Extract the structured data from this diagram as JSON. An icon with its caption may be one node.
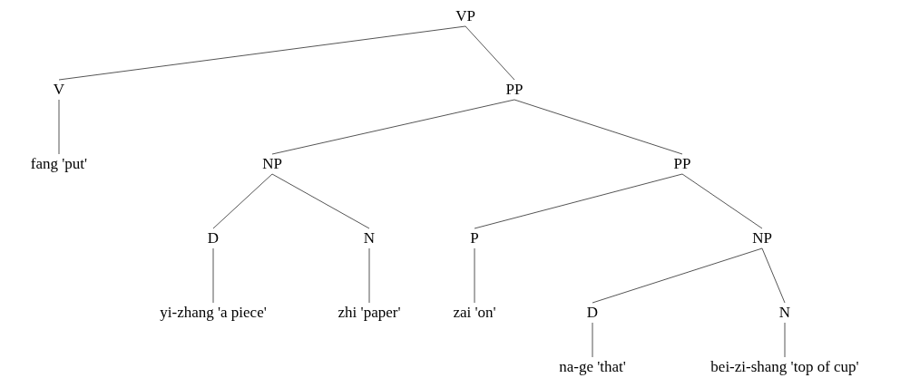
{
  "diagram": {
    "nodes": [
      {
        "text": [
          "VP"
        ]
      },
      {
        "text": [
          "V"
        ]
      },
      {
        "text": [
          "PP"
        ]
      },
      {
        "text": [
          "fang 'put'"
        ]
      },
      {
        "text": [
          "NP"
        ]
      },
      {
        "text": [
          "PP"
        ]
      },
      {
        "text": [
          "D"
        ]
      },
      {
        "text": [
          "N"
        ]
      },
      {
        "text": [
          "P"
        ]
      },
      {
        "text": [
          "NP"
        ]
      },
      {
        "text": [
          "yi-zhang 'a piece'"
        ]
      },
      {
        "text": [
          "zhi 'paper'"
        ]
      },
      {
        "text": [
          "zai 'on'"
        ]
      },
      {
        "text": [
          "D"
        ]
      },
      {
        "text": [
          "N"
        ]
      },
      {
        "text": [
          "na-ge 'that'"
        ]
      },
      {
        "text": [
          "bei-zi-shang 'top of cup'"
        ]
      }
    ],
    "edges": [
      {
        "from": 0,
        "to": 1,
        "arrow": "none"
      },
      {
        "from": 0,
        "to": 2,
        "arrow": "none"
      },
      {
        "from": 1,
        "to": 3,
        "arrow": "none"
      },
      {
        "from": 2,
        "to": 4,
        "arrow": "none"
      },
      {
        "from": 2,
        "to": 5,
        "arrow": "none"
      },
      {
        "from": 4,
        "to": 6,
        "arrow": "none"
      },
      {
        "from": 4,
        "to": 7,
        "arrow": "none"
      },
      {
        "from": 5,
        "to": 8,
        "arrow": "none"
      },
      {
        "from": 5,
        "to": 9,
        "arrow": "none"
      },
      {
        "from": 6,
        "to": 10,
        "arrow": "none"
      },
      {
        "from": 7,
        "to": 11,
        "arrow": "none"
      },
      {
        "from": 8,
        "to": 12,
        "arrow": "none"
      },
      {
        "from": 9,
        "to": 13,
        "arrow": "none"
      },
      {
        "from": 9,
        "to": 14,
        "arrow": "none"
      },
      {
        "from": 13,
        "to": 15,
        "arrow": "none"
      },
      {
        "from": 14,
        "to": 16,
        "arrow": "none"
      }
    ]
  }
}
